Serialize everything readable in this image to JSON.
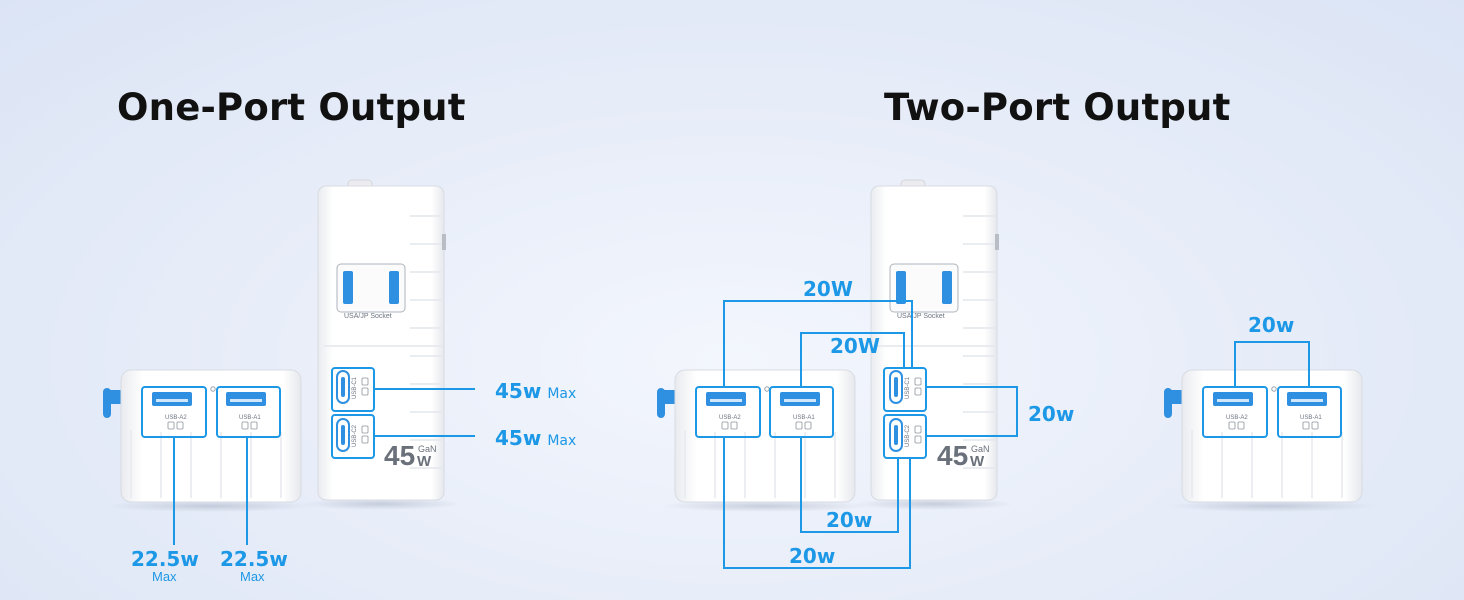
{
  "headings": {
    "one_port": "One-Port Output",
    "two_port": "Two-Port Output"
  },
  "one_port": {
    "usb_c1": {
      "value": "45w",
      "unit": "Max"
    },
    "usb_c2": {
      "value": "45w",
      "unit": "Max"
    },
    "usb_a2": {
      "value": "22.5w",
      "unit": "Max"
    },
    "usb_a1": {
      "value": "22.5w",
      "unit": "Max"
    }
  },
  "two_port": {
    "a2_c1": "20W",
    "a1_c1": "20W",
    "c1_c2": "20w",
    "a1_c2": "20w",
    "a2_c2": "20w",
    "a2_a1": "20w"
  },
  "device": {
    "socket_label": "USA/JP Socket",
    "port_labels": {
      "a2": "USB-A2",
      "a1": "USB-A1",
      "c1": "USB-C1",
      "c2": "USB-C2"
    },
    "wattage": "45",
    "wattage_unit": "W",
    "gan": "GaN"
  },
  "colors": {
    "accent": "#1c98e6",
    "port_blue": "#2f8fe0",
    "body_white": "#ffffff"
  }
}
